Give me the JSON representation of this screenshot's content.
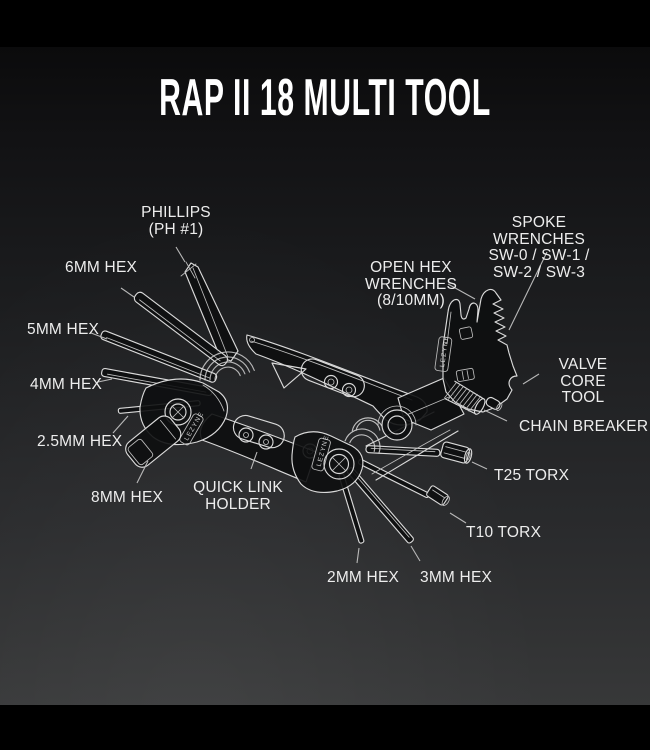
{
  "title": "RAP II 18 MULTI TOOL",
  "brand": "LEZYNE",
  "colors": {
    "canvas": "#000000",
    "background_top": "#0b0b0c",
    "background_bottom": "#373839",
    "line_art": "#d9d9d9",
    "label_text": "#ededed",
    "title_text": "#ffffff"
  },
  "labels": {
    "phillips": "PHILLIPS\n(PH #1)",
    "hex_6mm": "6MM HEX",
    "hex_5mm": "5MM HEX",
    "hex_4mm": "4MM HEX",
    "hex_2_5mm": "2.5MM HEX",
    "hex_8mm": "8MM HEX",
    "quick_link": "QUICK LINK\nHOLDER",
    "hex_2mm": "2MM HEX",
    "hex_3mm": "3MM HEX",
    "spoke_wrenches": "SPOKE WRENCHES\nSW-0 / SW-1 / SW-2 / SW-3",
    "open_hex": "OPEN HEX\nWRENCHES\n(8/10MM)",
    "valve_core": "VALVE CORE\nTOOL",
    "chain_breaker": "CHAIN BREAKER",
    "t25_torx": "T25 TORX",
    "t10_torx": "T10 TORX"
  }
}
